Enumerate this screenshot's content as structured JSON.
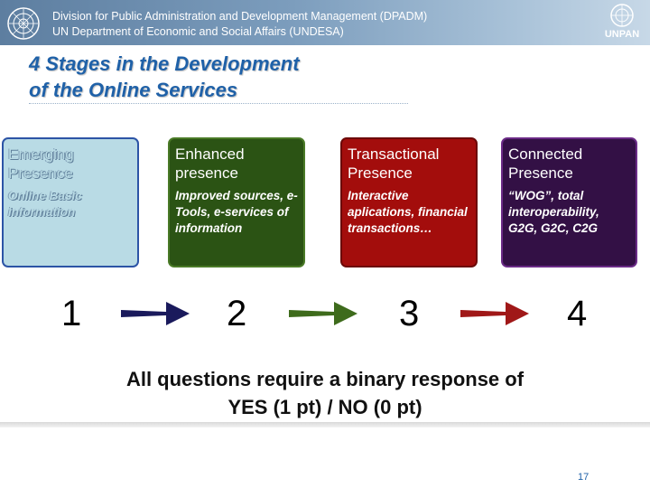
{
  "header": {
    "line1": "Division for Public Administration and Development Management (DPADM)",
    "line2": "UN Department of Economic and Social Affairs (UNDESA)",
    "logo_text": "UNPAN"
  },
  "title": {
    "line1": "4 Stages in the Development",
    "line2": "of the Online Services"
  },
  "stages": [
    {
      "heading": "Emerging Presence",
      "description": "Online Basic information",
      "number": "1",
      "color": "#b9dbe5"
    },
    {
      "heading": "Enhanced presence",
      "description": "Improved sources, e-Tools, e-services of information",
      "number": "2",
      "color": "#2b5314"
    },
    {
      "heading": "Transactional Presence",
      "description": "Interactive aplications, financial transactions…",
      "number": "3",
      "color": "#a30d0c"
    },
    {
      "heading": "Connected Presence",
      "description": "“WOG”, total interoperability, G2G, G2C, C2G",
      "number": "4",
      "color": "#331045"
    }
  ],
  "arrows": [
    {
      "icon": "arrow-right-icon",
      "color": "#1a1a5c"
    },
    {
      "icon": "arrow-right-icon",
      "color": "#3e6b1c"
    },
    {
      "icon": "arrow-right-icon",
      "color": "#a01818"
    }
  ],
  "rule": {
    "line1": "All questions require a binary response of",
    "line2": "YES (1 pt) / NO (0 pt)"
  },
  "page_number": "17"
}
